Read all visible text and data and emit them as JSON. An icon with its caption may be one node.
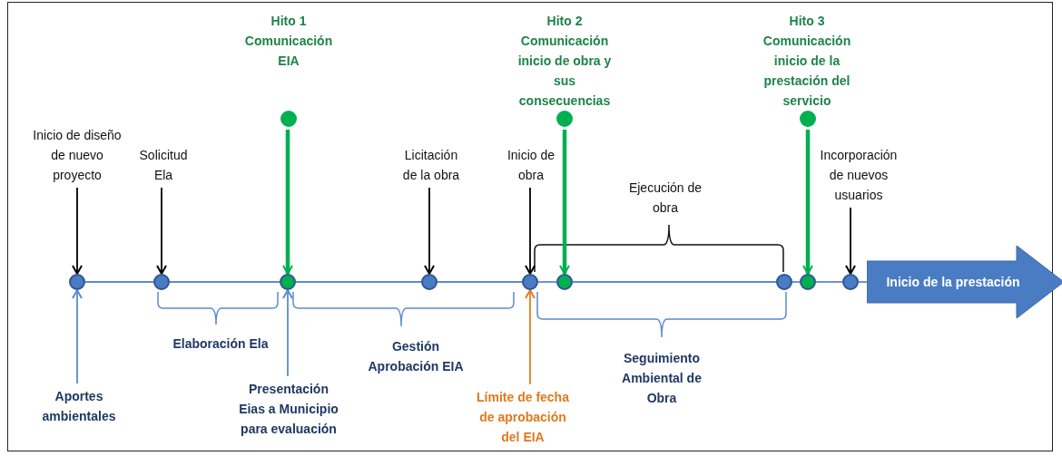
{
  "diagram": {
    "nodes": [
      {
        "text": [],
        "shape": "circle"
      },
      {
        "text": [],
        "shape": "circle"
      },
      {
        "text": [],
        "shape": "circle"
      },
      {
        "text": [],
        "shape": "circle"
      },
      {
        "text": [],
        "shape": "circle"
      },
      {
        "text": [],
        "shape": "circle"
      },
      {
        "text": [],
        "shape": "circle"
      },
      {
        "text": [],
        "shape": "circle"
      },
      {
        "text": [],
        "shape": "circle"
      },
      {
        "text": [
          "Inicio de la prestación"
        ]
      },
      {
        "text": [
          "Inicio de diseño de nuevo proyecto"
        ]
      },
      {
        "text": [
          "Solicitud Ela"
        ]
      },
      {
        "text": [
          "Licitación de la obra"
        ]
      },
      {
        "text": [
          "Inicio de obra"
        ]
      },
      {
        "text": [
          "Incorporación de nuevos usuarios"
        ]
      },
      {
        "text": [],
        "shape": "circle",
        "beside": [
          "Hito 1",
          "Comunicación EIA"
        ]
      },
      {
        "text": [],
        "shape": "circle",
        "beside": [
          "Hito 2",
          "Comunicación inicio de obra y sus consecuencias"
        ]
      },
      {
        "text": [],
        "shape": "circle",
        "beside": [
          "Hito 3",
          "Comunicación inicio de la prestación del servicio"
        ]
      },
      {
        "text": [
          "Aportes ambientales"
        ]
      },
      {
        "text": [
          "Presentación Eias a Municipio para evaluación"
        ]
      },
      {
        "text": [
          "Límite de fecha de aprobación del EIA"
        ]
      }
    ],
    "edges": [
      {
        "from": 0,
        "to": 1,
        "arrow": "none"
      },
      {
        "from": 1,
        "to": 2,
        "arrow": "none"
      },
      {
        "from": 2,
        "to": 3,
        "arrow": "none"
      },
      {
        "from": 3,
        "to": 4,
        "arrow": "none"
      },
      {
        "from": 4,
        "to": 5,
        "arrow": "none"
      },
      {
        "from": 5,
        "to": 6,
        "arrow": "none"
      },
      {
        "from": 6,
        "to": 7,
        "arrow": "none"
      },
      {
        "from": 7,
        "to": 8,
        "arrow": "none"
      },
      {
        "from": 8,
        "to": 9,
        "arrow": "none"
      },
      {
        "from": 10,
        "to": 0,
        "arrow": "to",
        "color": "#000000"
      },
      {
        "from": 11,
        "to": 1,
        "arrow": "to",
        "color": "#000000"
      },
      {
        "from": 12,
        "to": 3,
        "arrow": "to",
        "color": "#000000"
      },
      {
        "from": 13,
        "to": 4,
        "arrow": "to",
        "color": "#000000"
      },
      {
        "from": 14,
        "to": 8,
        "arrow": "to",
        "color": "#000000"
      },
      {
        "from": 15,
        "to": 2,
        "arrow": "to",
        "style": "thick",
        "color": "#00b050"
      },
      {
        "from": 16,
        "to": 5,
        "arrow": "to",
        "style": "thick",
        "color": "#00b050"
      },
      {
        "from": 17,
        "to": 7,
        "arrow": "to",
        "style": "thick",
        "color": "#00b050"
      },
      {
        "from": 18,
        "to": 0,
        "arrow": "to"
      },
      {
        "from": 19,
        "to": 2,
        "arrow": "to"
      },
      {
        "from": 20,
        "to": 4,
        "arrow": "to",
        "color": "#e87d1e"
      }
    ],
    "labels": [
      "Ejecución de obra",
      "Elaboración Ela",
      "Gestión Aprobación EIA",
      "Seguimiento Ambiental de Obra"
    ]
  }
}
